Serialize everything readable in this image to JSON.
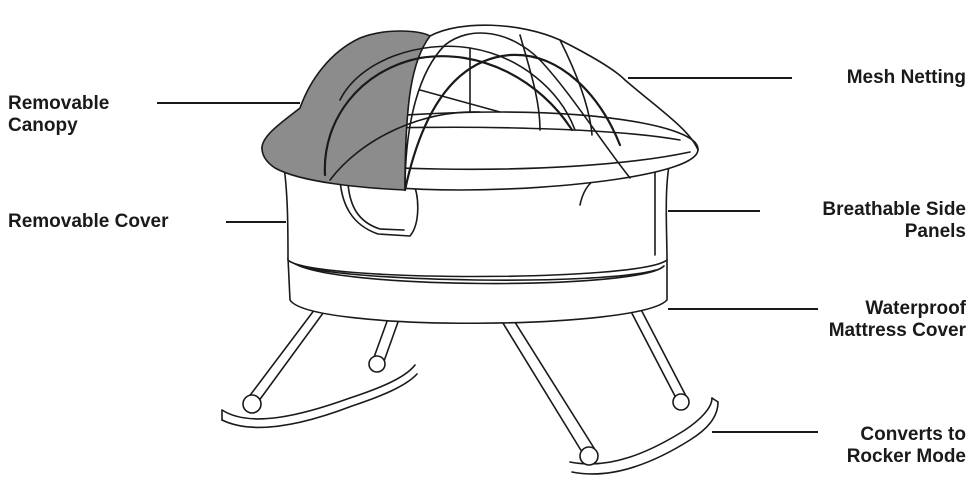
{
  "diagram": {
    "labels": {
      "removable_canopy": [
        "Removable",
        "Canopy"
      ],
      "removable_cover": [
        "Removable Cover"
      ],
      "mesh_netting": [
        "Mesh Netting"
      ],
      "breathable_side_panels": [
        "Breathable Side",
        "Panels"
      ],
      "waterproof_mattress_cover": [
        "Waterproof",
        "Mattress Cover"
      ],
      "converts_to_rocker_mode": [
        "Converts to",
        "Rocker Mode"
      ]
    },
    "colors": {
      "line": "#1a1a1a",
      "canopy_fill": "#8c8c8c",
      "background": "#ffffff"
    }
  }
}
